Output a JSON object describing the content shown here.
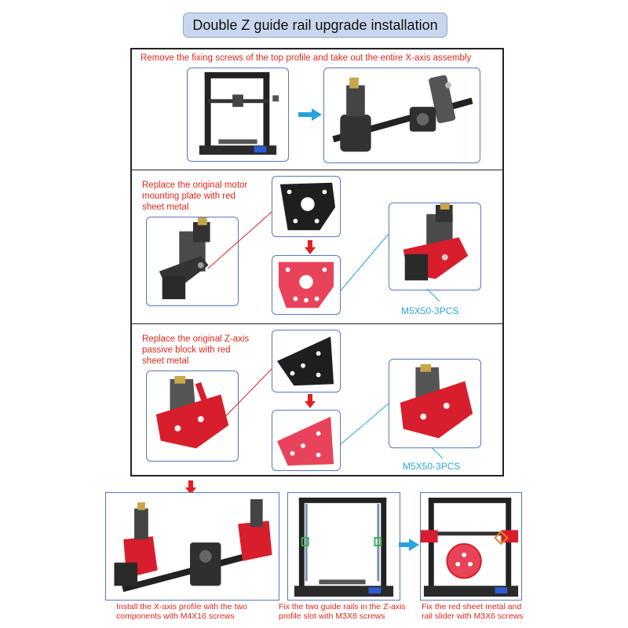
{
  "title": "Double Z guide rail upgrade installation",
  "step1": {
    "caption": "Remove the fixing screws of the top profile and take out the entire X-axis assembly"
  },
  "step2": {
    "caption_line1": "Replace the original motor",
    "caption_line2": "mounting plate with red",
    "caption_line3": "sheet metal",
    "screw_label": "M5X50-3PCS"
  },
  "step3": {
    "caption_line1": "Replace the original Z-axis",
    "caption_line2": "passive block with red",
    "caption_line3": "sheet metal",
    "screw_label": "M5X50-3PCS"
  },
  "bottom": {
    "left_caption_line1": "Install the X-axis profile with the two",
    "left_caption_line2": "components with M4X16 screws",
    "mid_caption_line1": "Fix the two guide rails in the Z-axis",
    "mid_caption_line2": "profile slot with M3X8 screws",
    "right_caption_line1": "Fix the red sheet metal and",
    "right_caption_line2": "rail slider with M3X6 screws"
  },
  "colors": {
    "title_bg": "#c9d7ee",
    "caption_red": "#e0281b",
    "caption_blue": "#2aa6e0",
    "frame_blue": "#5a76c2",
    "part_red": "#d81e2c",
    "part_pink": "#e8435a",
    "arrow_blue": "#29a3dd",
    "arrow_red": "#e02020"
  }
}
